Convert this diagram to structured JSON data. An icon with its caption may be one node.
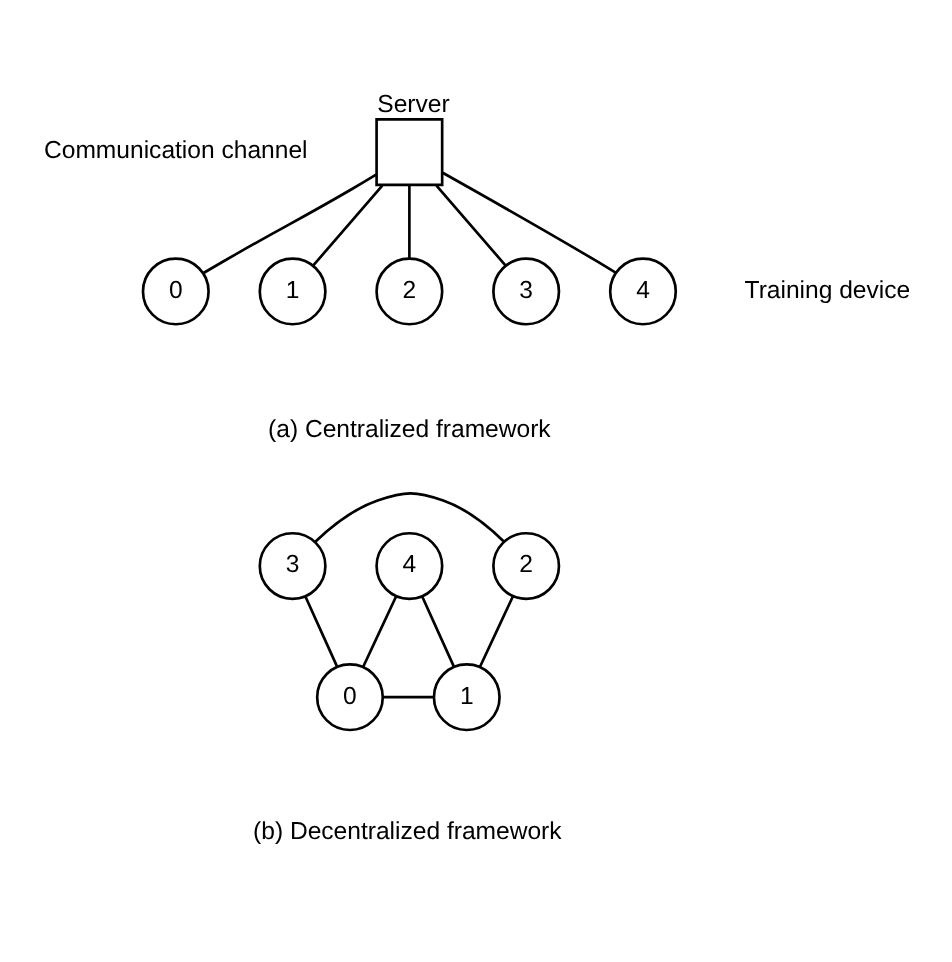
{
  "diagram": {
    "nodes": [
      {
        "text": [],
        "shape": "box",
        "beside": [
          "Server"
        ]
      },
      {
        "text": [
          "0"
        ]
      },
      {
        "text": [
          "1"
        ]
      },
      {
        "text": [
          "2"
        ]
      },
      {
        "text": [
          "3"
        ]
      },
      {
        "text": [
          "4"
        ]
      },
      {
        "text": [
          "3"
        ]
      },
      {
        "text": [
          "2"
        ]
      },
      {
        "text": [
          "4"
        ]
      },
      {
        "text": [
          "0"
        ]
      },
      {
        "text": [
          "1"
        ]
      }
    ],
    "edges": [
      {
        "from": 0,
        "to": 1,
        "arrow": "none"
      },
      {
        "from": 0,
        "to": 2,
        "arrow": "none"
      },
      {
        "from": 0,
        "to": 3,
        "arrow": "none"
      },
      {
        "from": 0,
        "to": 4,
        "arrow": "none"
      },
      {
        "from": 0,
        "to": 5,
        "arrow": "none"
      },
      {
        "from": 6,
        "to": 7,
        "arrow": "none"
      },
      {
        "from": 6,
        "to": 9,
        "arrow": "none"
      },
      {
        "from": 7,
        "to": 10,
        "arrow": "none"
      },
      {
        "from": 9,
        "to": 8,
        "arrow": "none"
      },
      {
        "from": 8,
        "to": 10,
        "arrow": "none"
      },
      {
        "from": 9,
        "to": 10,
        "arrow": "none"
      }
    ],
    "labels": [
      "Communication channel",
      "Training device",
      "(a) Centralized framework",
      "(b) Decentralized framework"
    ]
  }
}
